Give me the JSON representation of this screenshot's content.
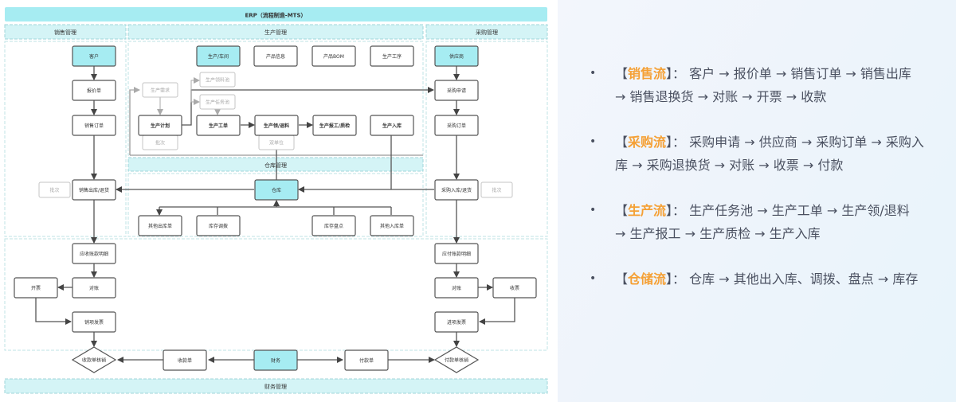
{
  "diagram": {
    "title": "ERP（流程制造-MTS）",
    "sections": {
      "sales": "销售管理",
      "production": "生产管理",
      "purchase": "采购管理",
      "warehouse": "仓库管理",
      "finance": "财务管理"
    },
    "nodes": {
      "customer": "客户",
      "quote": "报价单",
      "sales_order": "销售订单",
      "sales_outbound": "销售出库/退货",
      "sales_batch": "批次",
      "ar_detail": "应收账款明细",
      "sales_reconcile": "对账",
      "invoice_issue": "开票",
      "sales_invoice": "销项发票",
      "receipt_writeoff": "收款单核销",
      "receipt": "收款单",
      "finance": "财务",
      "payment": "付款单",
      "payment_writeoff": "付款单核销",
      "workshop": "生产/车间",
      "product_info": "产品信息",
      "product_bom": "产品BOM",
      "process": "生产工序",
      "prod_demand": "生产需求",
      "material_pool": "生产领料池",
      "task_pool": "生产任务池",
      "prod_plan": "生产计划",
      "plan_batch": "批次",
      "work_order": "生产工单",
      "pick_return": "生产领/退料",
      "dual_unit": "双单位",
      "report_qc": "生产报工/质检",
      "prod_inbound": "生产入库",
      "warehouse": "仓库",
      "other_out": "其他出库单",
      "transfer": "库存调拨",
      "stocktake": "库存盘点",
      "other_in": "其他入库单",
      "supplier": "供应商",
      "purchase_request": "采购申请",
      "purchase_order": "采购订单",
      "purchase_inbound": "采购入库/退货",
      "purchase_batch": "批次",
      "ap_detail": "应付账款明细",
      "purchase_reconcile": "对账",
      "invoice_receive": "收票",
      "purchase_invoice": "进项发票"
    },
    "colors": {
      "header_fill": "#a6ecf2",
      "section_fill": "#d4f4f6",
      "section_border": "#9fd6da",
      "highlight_node": "#a6ecf2",
      "node_border": "#555555",
      "ghost_border": "#c4c4c4",
      "ghost_text": "#aaaaaa"
    }
  },
  "panel": {
    "flows": [
      {
        "bullet": "•",
        "open": "【",
        "title": "销售流",
        "close": "】",
        "sep": "：",
        "text": "客户 → 报价单 → 销售订单 → 销售出库 → 销售退换货 → 对账 → 开票 → 收款"
      },
      {
        "bullet": "•",
        "open": "【",
        "title": "采购流",
        "close": "】",
        "sep": "：",
        "text": "采购申请 → 供应商 → 采购订单 → 采购入库 → 采购退换货 → 对账 → 收票 → 付款"
      },
      {
        "bullet": "•",
        "open": "【",
        "title": "生产流",
        "close": "】",
        "sep": "：",
        "text": "生产任务池 → 生产工单 → 生产领/退料 → 生产报工 → 生产质检 → 生产入库"
      },
      {
        "bullet": "•",
        "open": "【",
        "title": "仓储流",
        "close": "】",
        "sep": "：",
        "text": "仓库 → 其他出入库、调拨、盘点 → 库存"
      }
    ],
    "accent_color": "#f5a035"
  }
}
